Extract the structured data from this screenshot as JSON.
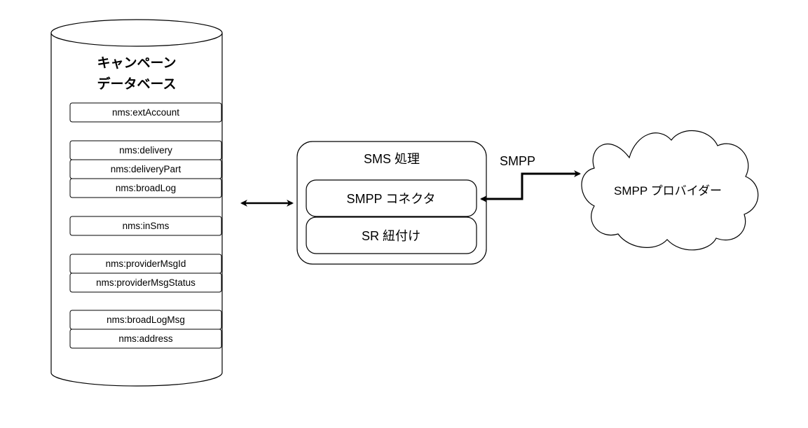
{
  "database": {
    "title_line1": "キャンペーン",
    "title_line2": "データベース",
    "tables": [
      "nms:extAccount",
      "nms:delivery",
      "nms:deliveryPart",
      "nms:broadLog",
      "nms:inSms",
      "nms:providerMsgId",
      "nms:providerMsgStatus",
      "nms:broadLogMsg",
      "nms:address"
    ]
  },
  "sms_processing": {
    "title": "SMS 処理",
    "connector_label": "SMPP コネクタ",
    "sr_label": "SR 紐付け"
  },
  "connection": {
    "label": "SMPP"
  },
  "provider": {
    "label": "SMPP プロバイダー"
  }
}
